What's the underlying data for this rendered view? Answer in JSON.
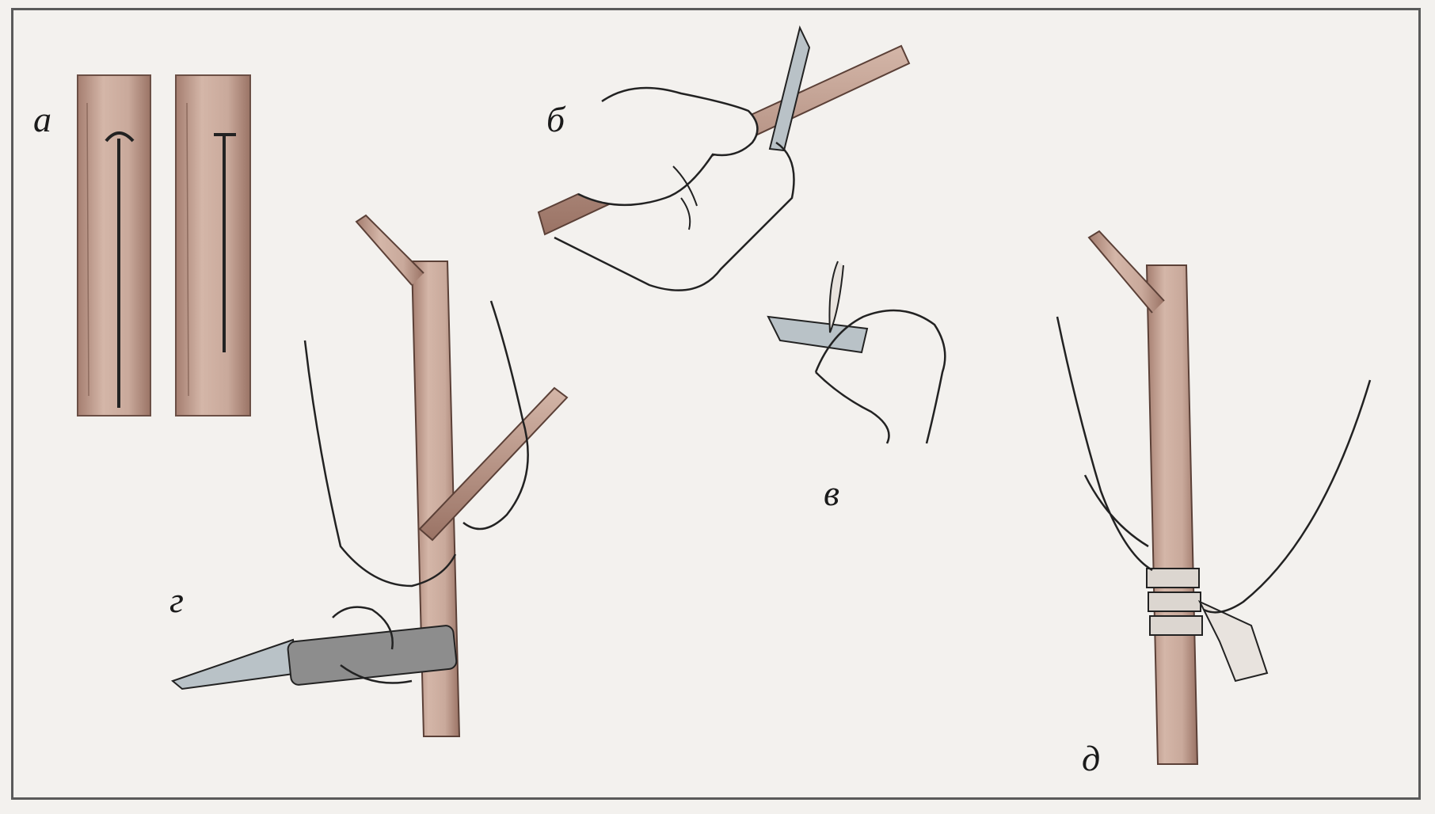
{
  "figure": {
    "panel_labels": {
      "a": "а",
      "b": "б",
      "v": "в",
      "g": "г",
      "d": "д"
    },
    "colors": {
      "bark": "#c9a99b",
      "bark_shade": "#a57e70",
      "background": "#f3f1ee",
      "ink": "#1a1a1a",
      "blade": "#b9c2c7",
      "handle": "#8d8d8d"
    }
  }
}
